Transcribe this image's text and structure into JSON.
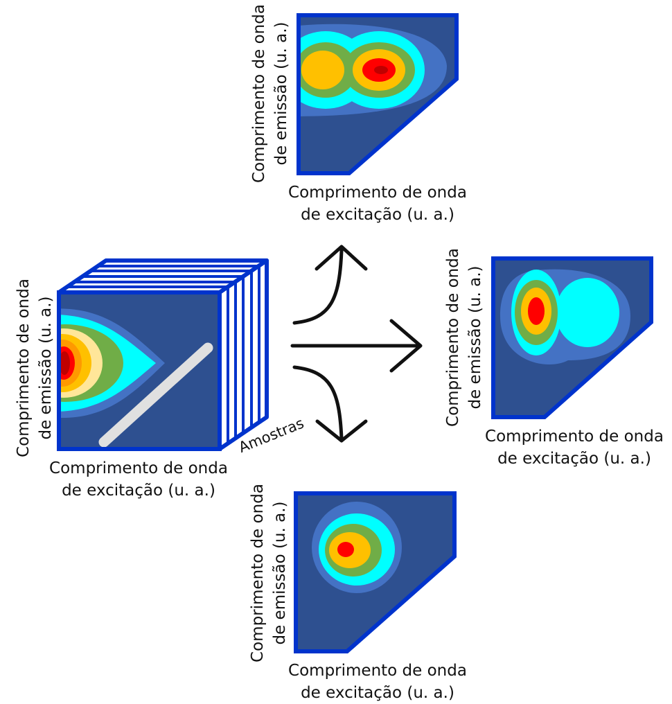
{
  "colors": {
    "panel_bg": "#2E5090",
    "panel_border": "#0033CC",
    "level1": "#4472C4",
    "level2": "#00FFFF",
    "level3": "#70AD47",
    "level4": "#FFC000",
    "level5": "#FF9900",
    "level6": "#FF0000",
    "level7": "#C00000",
    "scatter_band": "#E0E0E0",
    "arrow": "#111111"
  },
  "cube": {
    "xlabel_line1": "Comprimento de onda",
    "xlabel_line2": "de excitação (u. a.)",
    "ylabel_line1": "Comprimento de onda",
    "ylabel_line2": "de emissão (u. a.)",
    "depth_label": "Amostras"
  },
  "panel_top": {
    "xlabel_line1": "Comprimento de onda",
    "xlabel_line2": "de excitação (u. a.)",
    "ylabel_line1": "Comprimento de onda",
    "ylabel_line2": "de emissão (u. a.)"
  },
  "panel_right": {
    "xlabel_line1": "Comprimento de onda",
    "xlabel_line2": "de excitação (u. a.)",
    "ylabel_line1": "Comprimento de onda",
    "ylabel_line2": "de emissão (u. a.)"
  },
  "panel_bottom": {
    "xlabel_line1": "Comprimento de onda",
    "xlabel_line2": "de excitação (u. a.)",
    "ylabel_line1": "Comprimento de onda",
    "ylabel_line2": "de emissão (u. a.)"
  }
}
